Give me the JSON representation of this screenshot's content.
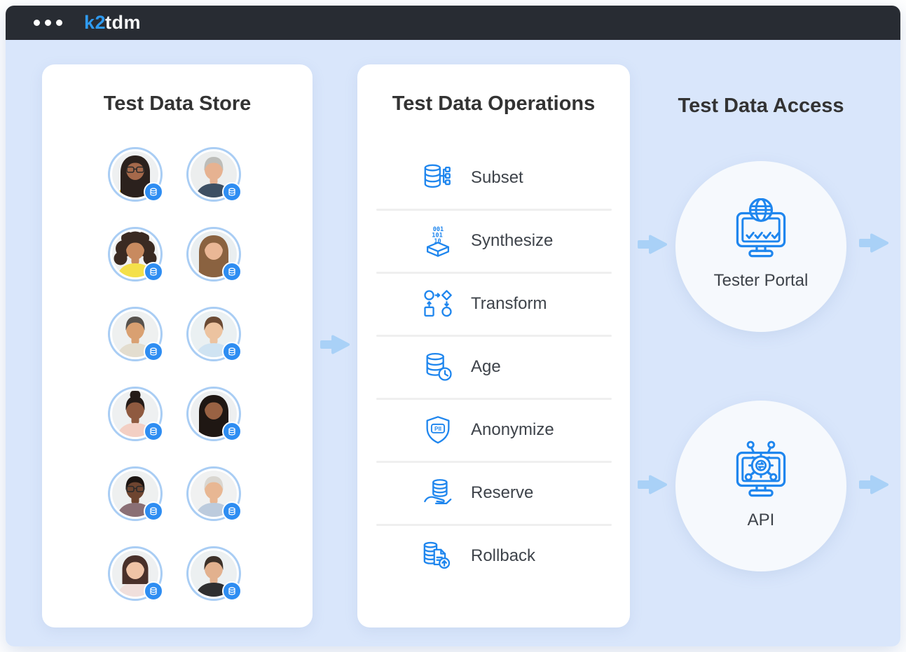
{
  "header": {
    "brand_blue": "k2",
    "brand_rest": "tdm",
    "traffic_dots": 3
  },
  "store": {
    "title": "Test Data Store",
    "avatars": [
      {
        "desc": "woman-dark-skin-glasses-yellow-shirt",
        "bg": "#eef0f1",
        "skin": "#a5694b",
        "hair": "#2b211d",
        "shirt": "#f4c71f",
        "style": "long",
        "glasses": true
      },
      {
        "desc": "older-man-gray-hair-navy-shirt",
        "bg": "#eceeee",
        "skin": "#e6b291",
        "hair": "#bdbdb9",
        "shirt": "#3d4f63",
        "style": "short",
        "glasses": false
      },
      {
        "desc": "woman-curly-hair-yellow-top",
        "bg": "#f0f1f1",
        "skin": "#c88a5f",
        "hair": "#3a2a22",
        "shirt": "#f4e04a",
        "style": "curly",
        "glasses": false
      },
      {
        "desc": "woman-brown-hair",
        "bg": "#e9eef0",
        "skin": "#eab796",
        "hair": "#8a6240",
        "shirt": "#d8d3ce",
        "style": "long",
        "glasses": false
      },
      {
        "desc": "asian-man-gray-hair-beige-shirt",
        "bg": "#eef0f0",
        "skin": "#d9a071",
        "hair": "#57524d",
        "shirt": "#e3ddcf",
        "style": "short",
        "glasses": false
      },
      {
        "desc": "young-man-brown-hair-light-blue-shirt",
        "bg": "#eaf0f2",
        "skin": "#ecc3a0",
        "hair": "#6b4a33",
        "shirt": "#cfe3f2",
        "style": "short",
        "glasses": false
      },
      {
        "desc": "woman-dark-skin-updo-pink-shirt",
        "bg": "#eef0f1",
        "skin": "#8f5a40",
        "hair": "#241b18",
        "shirt": "#f3cfc4",
        "style": "updo",
        "glasses": false
      },
      {
        "desc": "woman-dark-skin-long-hair-pink-top",
        "bg": "#edeff0",
        "skin": "#996243",
        "hair": "#1f1713",
        "shirt": "#eed5d0",
        "style": "long",
        "glasses": false
      },
      {
        "desc": "man-dark-skin-glasses-mauve-shirt",
        "bg": "#eef0f0",
        "skin": "#6e4530",
        "hair": "#1c1512",
        "shirt": "#8a6f75",
        "style": "short",
        "glasses": true
      },
      {
        "desc": "older-man-white-hair-blue-sweater",
        "bg": "#f0f1f1",
        "skin": "#e8b793",
        "hair": "#d9d6d0",
        "shirt": "#bccbdd",
        "style": "short",
        "glasses": false
      },
      {
        "desc": "woman-dark-bob-pale-top",
        "bg": "#eef0f1",
        "skin": "#efc3a6",
        "hair": "#49302a",
        "shirt": "#f0dfdc",
        "style": "bob",
        "glasses": false
      },
      {
        "desc": "man-short-dark-hair-black-shirt",
        "bg": "#ecf0f1",
        "skin": "#e2b18e",
        "hair": "#3c3028",
        "shirt": "#2f2f31",
        "style": "short",
        "glasses": false
      }
    ]
  },
  "operations": {
    "title": "Test Data Operations",
    "items": [
      {
        "label": "Subset",
        "icon": "subset"
      },
      {
        "label": "Synthesize",
        "icon": "synthesize"
      },
      {
        "label": "Transform",
        "icon": "transform"
      },
      {
        "label": "Age",
        "icon": "age"
      },
      {
        "label": "Anonymize",
        "icon": "anonymize"
      },
      {
        "label": "Reserve",
        "icon": "reserve"
      },
      {
        "label": "Rollback",
        "icon": "rollback"
      }
    ]
  },
  "access": {
    "title": "Test Data Access",
    "nodes": [
      {
        "label": "Tester Portal",
        "icon": "portal"
      },
      {
        "label": "API",
        "icon": "api"
      }
    ]
  },
  "colors": {
    "header_bg": "#282c33",
    "body_bg": "#d9e6fb",
    "card_bg": "#ffffff",
    "icon_blue": "#1f86ee",
    "badge_blue": "#2e8df2",
    "arrow_blue": "#a9d1f7",
    "ring_blue": "#a9cdf4",
    "title_text": "#333333",
    "label_text": "#3e434a",
    "logo_blue": "#2f9bf1",
    "divider": "#efefef"
  }
}
